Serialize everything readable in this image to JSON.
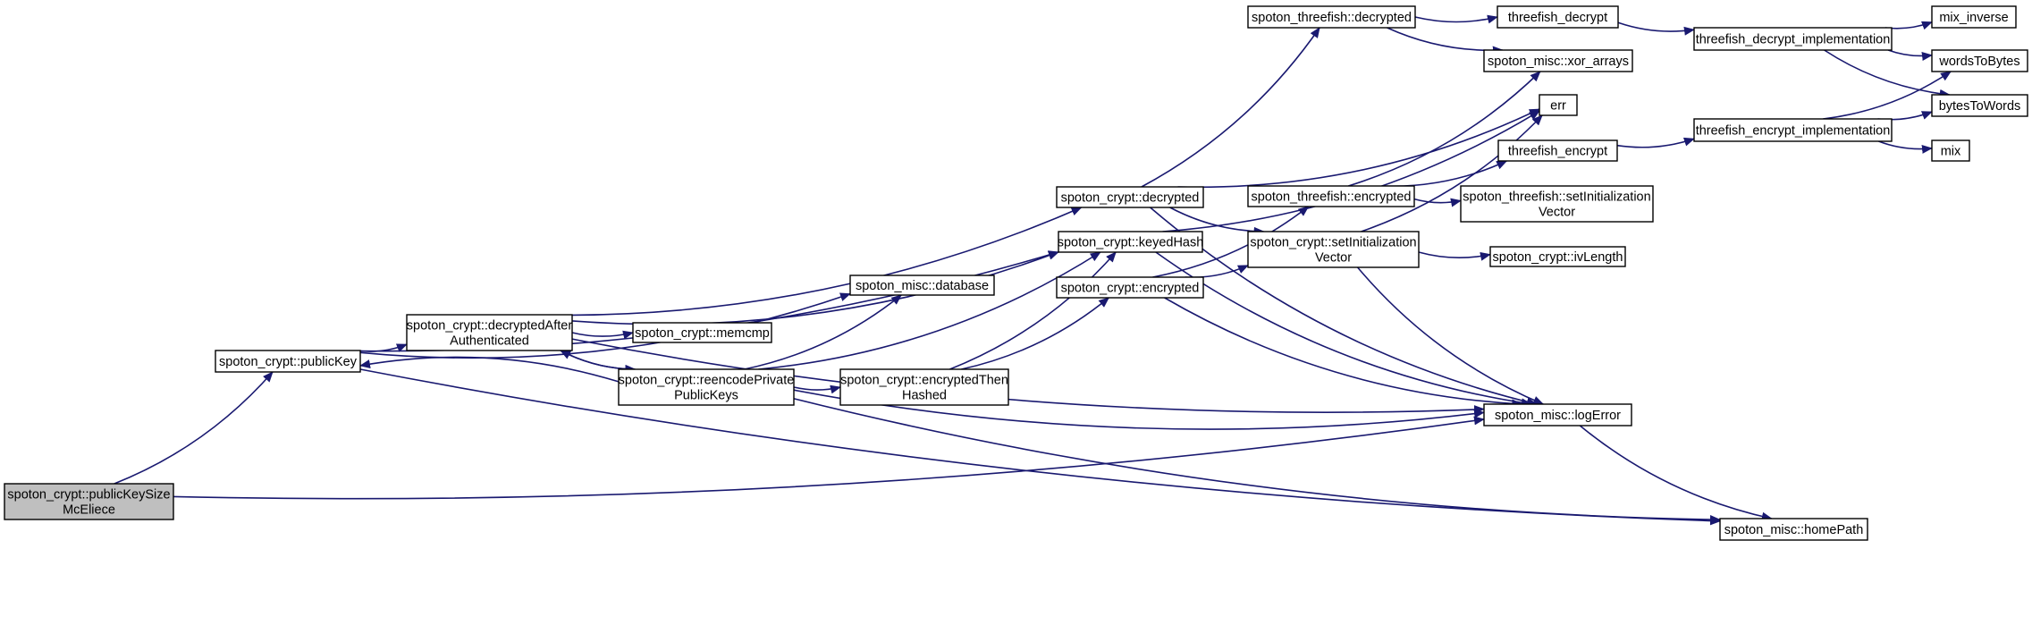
{
  "colors": {
    "edge": "#191970",
    "node_fill": "#ffffff",
    "root_fill": "#bfbfbf",
    "border": "#000000"
  },
  "nodes": [
    {
      "id": "root",
      "lines": [
        "spoton_crypt::publicKeySize",
        "McEliece"
      ],
      "root": true
    },
    {
      "id": "publicKey",
      "lines": [
        "spoton_crypt::publicKey"
      ]
    },
    {
      "id": "decAuth",
      "lines": [
        "spoton_crypt::decryptedAfter",
        "Authenticated"
      ]
    },
    {
      "id": "reencode",
      "lines": [
        "spoton_crypt::reencodePrivate",
        "PublicKeys"
      ]
    },
    {
      "id": "memcmp",
      "lines": [
        "spoton_crypt::memcmp"
      ]
    },
    {
      "id": "database",
      "lines": [
        "spoton_misc::database"
      ]
    },
    {
      "id": "decrypted",
      "lines": [
        "spoton_crypt::decrypted"
      ]
    },
    {
      "id": "keyedHash",
      "lines": [
        "spoton_crypt::keyedHash"
      ]
    },
    {
      "id": "encrypted",
      "lines": [
        "spoton_crypt::encrypted"
      ]
    },
    {
      "id": "encThenHashed",
      "lines": [
        "spoton_crypt::encryptedThen",
        "Hashed"
      ]
    },
    {
      "id": "tfDecrypted",
      "lines": [
        "spoton_threefish::decrypted"
      ]
    },
    {
      "id": "tfEncrypted",
      "lines": [
        "spoton_threefish::encrypted"
      ]
    },
    {
      "id": "setIV",
      "lines": [
        "spoton_crypt::setInitialization",
        "Vector"
      ]
    },
    {
      "id": "xorArrays",
      "lines": [
        "spoton_misc::xor_arrays"
      ]
    },
    {
      "id": "err",
      "lines": [
        "err"
      ]
    },
    {
      "id": "logError",
      "lines": [
        "spoton_misc::logError"
      ]
    },
    {
      "id": "threefishDecrypt",
      "lines": [
        "threefish_decrypt"
      ]
    },
    {
      "id": "threefishEncrypt",
      "lines": [
        "threefish_encrypt"
      ]
    },
    {
      "id": "tfSetIV",
      "lines": [
        "spoton_threefish::setInitialization",
        "Vector"
      ]
    },
    {
      "id": "ivLength",
      "lines": [
        "spoton_crypt::ivLength"
      ]
    },
    {
      "id": "homePath",
      "lines": [
        "spoton_misc::homePath"
      ]
    },
    {
      "id": "tdImpl",
      "lines": [
        "threefish_decrypt_implementation"
      ]
    },
    {
      "id": "teImpl",
      "lines": [
        "threefish_encrypt_implementation"
      ]
    },
    {
      "id": "mixInverse",
      "lines": [
        "mix_inverse"
      ]
    },
    {
      "id": "wordsToBytes",
      "lines": [
        "wordsToBytes"
      ]
    },
    {
      "id": "bytesToWords",
      "lines": [
        "bytesToWords"
      ]
    },
    {
      "id": "mix",
      "lines": [
        "mix"
      ]
    }
  ],
  "edges": [
    {
      "from": "root",
      "to": "publicKey"
    },
    {
      "from": "root",
      "to": "logError"
    },
    {
      "from": "publicKey",
      "to": "decAuth"
    },
    {
      "from": "publicKey",
      "to": "keyedHash"
    },
    {
      "from": "publicKey",
      "to": "database"
    },
    {
      "from": "publicKey",
      "to": "homePath"
    },
    {
      "from": "decAuth",
      "to": "decrypted"
    },
    {
      "from": "decAuth",
      "to": "keyedHash"
    },
    {
      "from": "decAuth",
      "to": "memcmp"
    },
    {
      "from": "decAuth",
      "to": "reencode"
    },
    {
      "from": "decAuth",
      "to": "logError"
    },
    {
      "from": "reencode",
      "to": "decAuth"
    },
    {
      "from": "reencode",
      "to": "publicKey"
    },
    {
      "from": "reencode",
      "to": "database"
    },
    {
      "from": "reencode",
      "to": "keyedHash"
    },
    {
      "from": "reencode",
      "to": "encThenHashed"
    },
    {
      "from": "reencode",
      "to": "logError"
    },
    {
      "from": "reencode",
      "to": "homePath"
    },
    {
      "from": "encThenHashed",
      "to": "keyedHash"
    },
    {
      "from": "encThenHashed",
      "to": "encrypted"
    },
    {
      "from": "decrypted",
      "to": "tfDecrypted"
    },
    {
      "from": "decrypted",
      "to": "err"
    },
    {
      "from": "decrypted",
      "to": "setIV"
    },
    {
      "from": "decrypted",
      "to": "logError"
    },
    {
      "from": "keyedHash",
      "to": "err"
    },
    {
      "from": "keyedHash",
      "to": "logError"
    },
    {
      "from": "encrypted",
      "to": "tfEncrypted"
    },
    {
      "from": "encrypted",
      "to": "setIV"
    },
    {
      "from": "encrypted",
      "to": "logError"
    },
    {
      "from": "tfDecrypted",
      "to": "threefishDecrypt"
    },
    {
      "from": "tfDecrypted",
      "to": "xorArrays"
    },
    {
      "from": "tfEncrypted",
      "to": "xorArrays"
    },
    {
      "from": "tfEncrypted",
      "to": "threefishEncrypt"
    },
    {
      "from": "tfEncrypted",
      "to": "tfSetIV"
    },
    {
      "from": "setIV",
      "to": "err"
    },
    {
      "from": "setIV",
      "to": "ivLength"
    },
    {
      "from": "setIV",
      "to": "logError"
    },
    {
      "from": "threefishDecrypt",
      "to": "tdImpl"
    },
    {
      "from": "threefishEncrypt",
      "to": "teImpl"
    },
    {
      "from": "tdImpl",
      "to": "mixInverse"
    },
    {
      "from": "tdImpl",
      "to": "wordsToBytes"
    },
    {
      "from": "tdImpl",
      "to": "bytesToWords"
    },
    {
      "from": "teImpl",
      "to": "wordsToBytes"
    },
    {
      "from": "teImpl",
      "to": "bytesToWords"
    },
    {
      "from": "teImpl",
      "to": "mix"
    },
    {
      "from": "logError",
      "to": "homePath"
    }
  ]
}
